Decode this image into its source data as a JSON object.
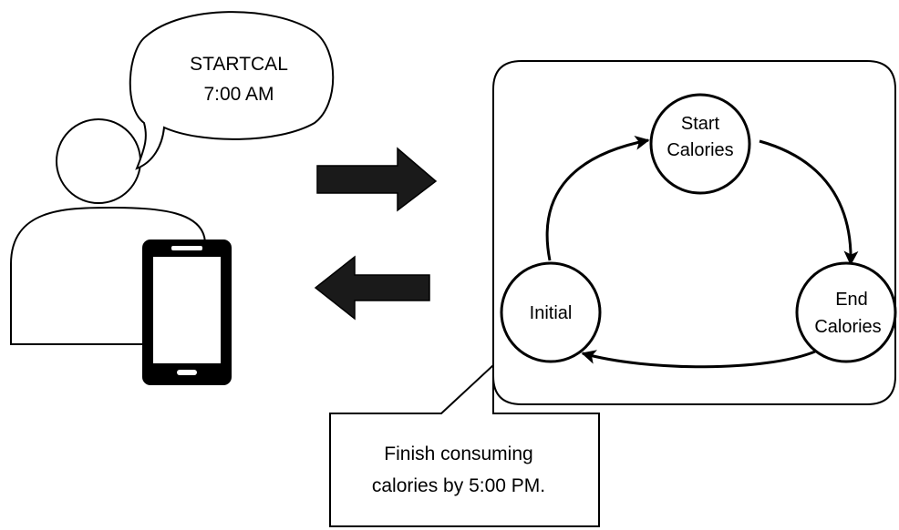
{
  "speech_bubble": {
    "line1": "STARTCAL",
    "line2": "7:00 AM"
  },
  "state_machine": {
    "states": [
      {
        "id": "start",
        "line1": "Start",
        "line2": "Calories"
      },
      {
        "id": "end",
        "line1": "End",
        "line2": "Calories"
      },
      {
        "id": "initial",
        "line1": "Initial"
      }
    ],
    "transitions": [
      {
        "from": "initial",
        "to": "start"
      },
      {
        "from": "start",
        "to": "end"
      },
      {
        "from": "end",
        "to": "initial"
      }
    ]
  },
  "callout": {
    "line1": "Finish consuming",
    "line2": "calories by 5:00 PM."
  },
  "colors": {
    "stroke": "#000000",
    "arrow_fill": "#1a1a1a",
    "background": "#ffffff"
  },
  "icons": [
    "user-icon",
    "smartphone-icon",
    "arrow-right-icon",
    "arrow-left-icon"
  ]
}
